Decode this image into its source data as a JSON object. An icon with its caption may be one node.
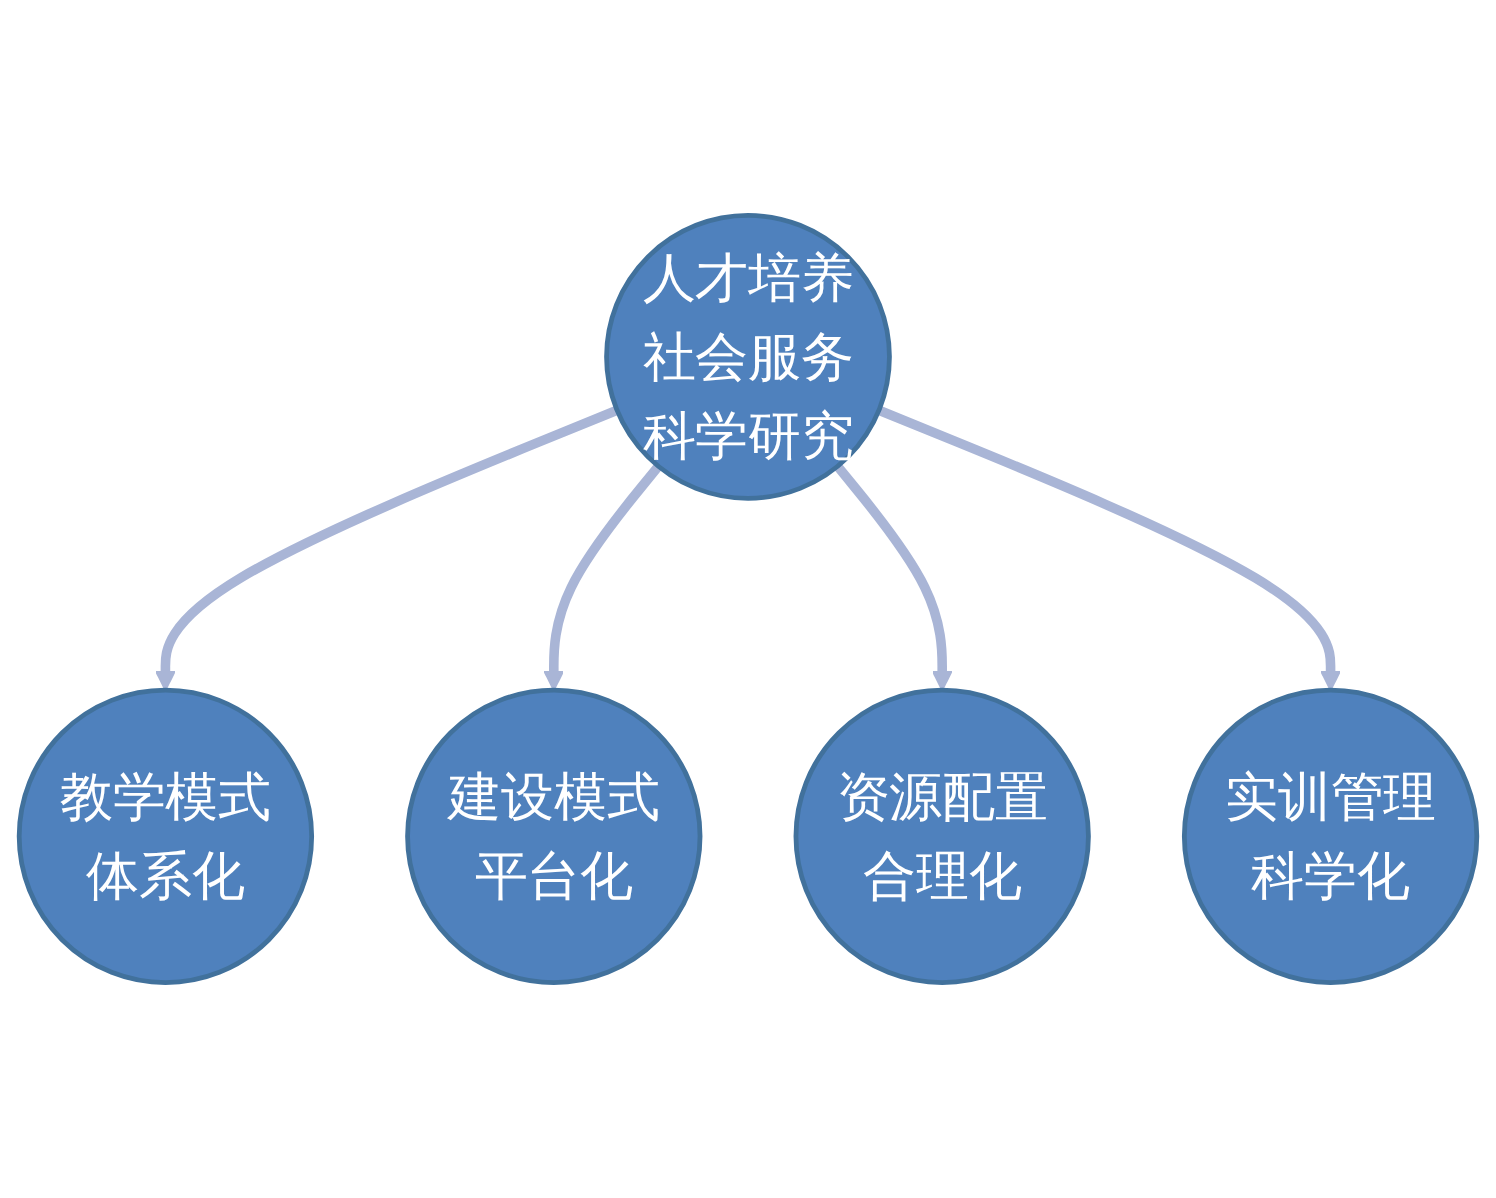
{
  "diagram": {
    "nodes": [
      {
        "text": [
          "教学模式体系化"
        ]
      },
      {
        "text": [
          "建设模式平台化"
        ]
      },
      {
        "text": [
          "人才培养",
          "社会服务",
          "科学研究"
        ]
      },
      {
        "text": [
          "资源配置合理化"
        ]
      },
      {
        "text": [
          "实训管理科学化"
        ]
      }
    ],
    "edges": [
      {
        "from": 2,
        "to": 0,
        "arrow": "to"
      },
      {
        "from": 2,
        "to": 1,
        "arrow": "to"
      },
      {
        "from": 2,
        "to": 3,
        "arrow": "to"
      },
      {
        "from": 2,
        "to": 4,
        "arrow": "to"
      }
    ]
  }
}
